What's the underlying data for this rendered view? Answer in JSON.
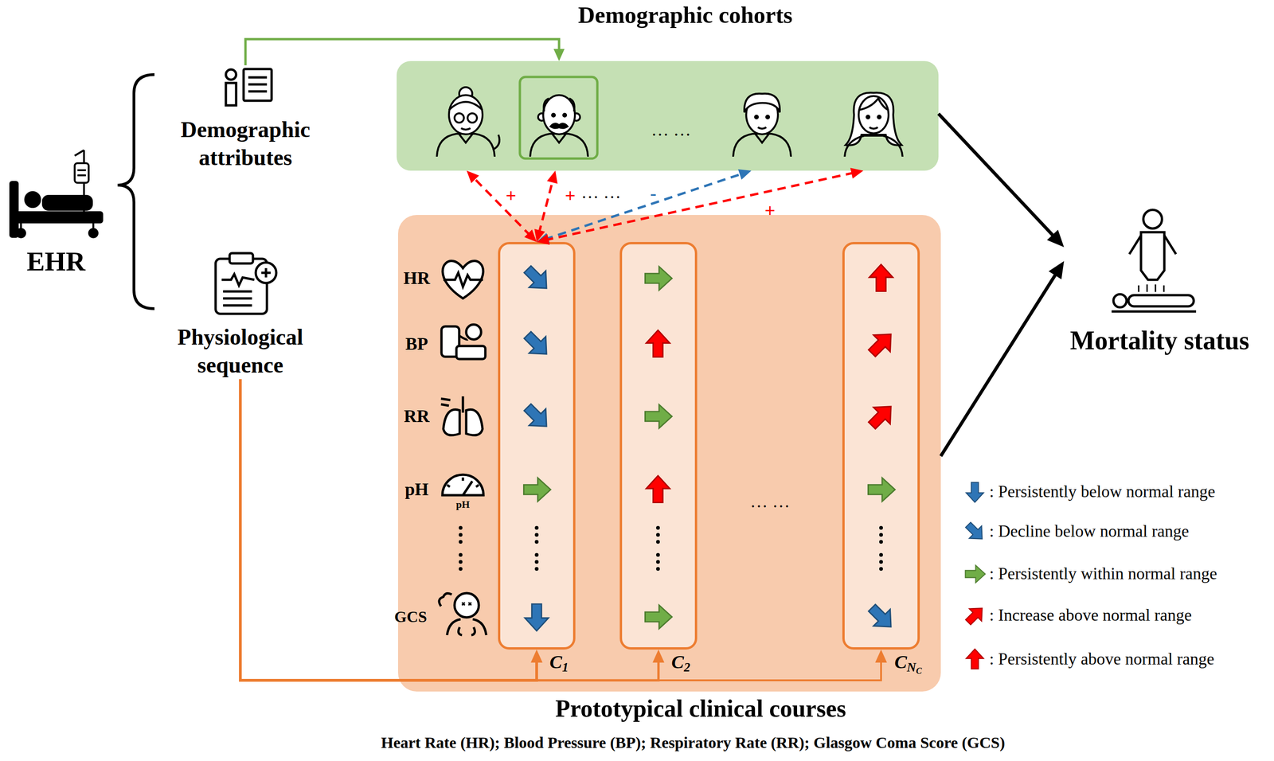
{
  "diagram": {
    "caption": "Heart Rate (HR); Blood Pressure (BP); Respiratory Rate (RR); Glasgow Coma Score (GCS)",
    "nodes": [
      {
        "text": [
          "EHR"
        ]
      },
      {
        "text": [
          "Demographic attributes"
        ]
      },
      {
        "text": [
          "Physiological sequence"
        ]
      },
      {
        "text": [
          "Demographic cohorts"
        ]
      },
      {
        "text": [
          "Prototypical clinical courses"
        ]
      },
      {
        "text": [
          "C1"
        ],
        "in": 4
      },
      {
        "text": [
          "C2"
        ],
        "in": 4
      },
      {
        "text": [
          "CNC"
        ],
        "in": 4
      },
      {
        "text": [
          "Mortality status"
        ]
      }
    ],
    "edges": [
      {
        "from": 1,
        "to": 3,
        "arrow": "to"
      },
      {
        "from": 5,
        "to": 3,
        "label": "+",
        "arrow": "both"
      },
      {
        "from": 5,
        "to": 3,
        "label": "+",
        "arrow": "both"
      },
      {
        "from": 5,
        "to": 3,
        "label": "-",
        "arrow": "both"
      },
      {
        "from": 5,
        "to": 3,
        "label": "+",
        "arrow": "both"
      },
      {
        "from": 2,
        "to": 5,
        "arrow": "to"
      },
      {
        "from": 2,
        "to": 6,
        "arrow": "to"
      },
      {
        "from": 2,
        "to": 7,
        "arrow": "to"
      },
      {
        "from": 3,
        "to": 8,
        "arrow": "to"
      },
      {
        "from": 4,
        "to": 8,
        "arrow": "to"
      }
    ],
    "labels": [
      "… …",
      "… …",
      "HR",
      "BP",
      "RR",
      "pH",
      "pH",
      "GCS",
      "… …"
    ],
    "legend": [
      {
        "text": ": Persistently below normal range"
      },
      {
        "text": ": Decline below normal range"
      },
      {
        "text": ": Persistently within normal range"
      },
      {
        "text": ": Increase above normal range"
      },
      {
        "text": ": Persistently above normal range"
      }
    ]
  }
}
